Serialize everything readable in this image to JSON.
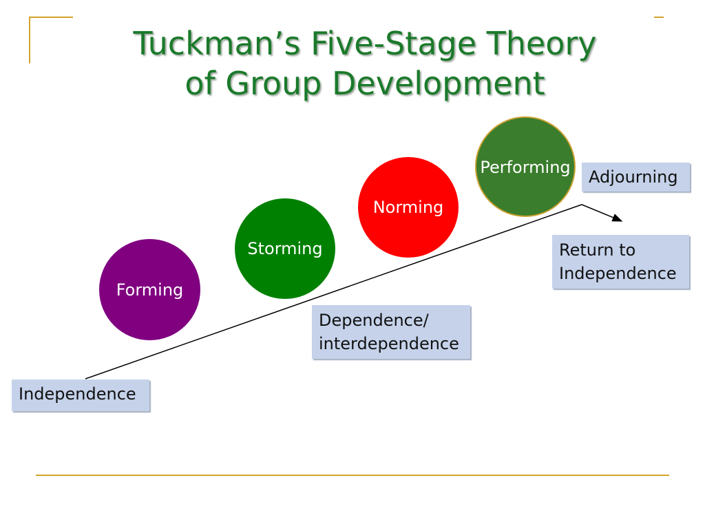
{
  "title": {
    "line1": "Tuckman’s Five-Stage Theory",
    "line2": "of Group Development"
  },
  "stages": [
    {
      "label": "Forming",
      "color": "#800080"
    },
    {
      "label": "Storming",
      "color": "#008000"
    },
    {
      "label": "Norming",
      "color": "#ff0000"
    },
    {
      "label": "Performing",
      "color": "#3a7d2c"
    },
    {
      "label": "Adjourning"
    }
  ],
  "states": {
    "independence": "Independence",
    "dependence": {
      "line1": "Dependence/",
      "line2": "interdependence"
    },
    "return": {
      "line1": "Return to",
      "line2": "Independence"
    }
  },
  "colors": {
    "title": "#1a7a2a",
    "accent": "#d4a42a",
    "box": "#c5d2ea"
  }
}
